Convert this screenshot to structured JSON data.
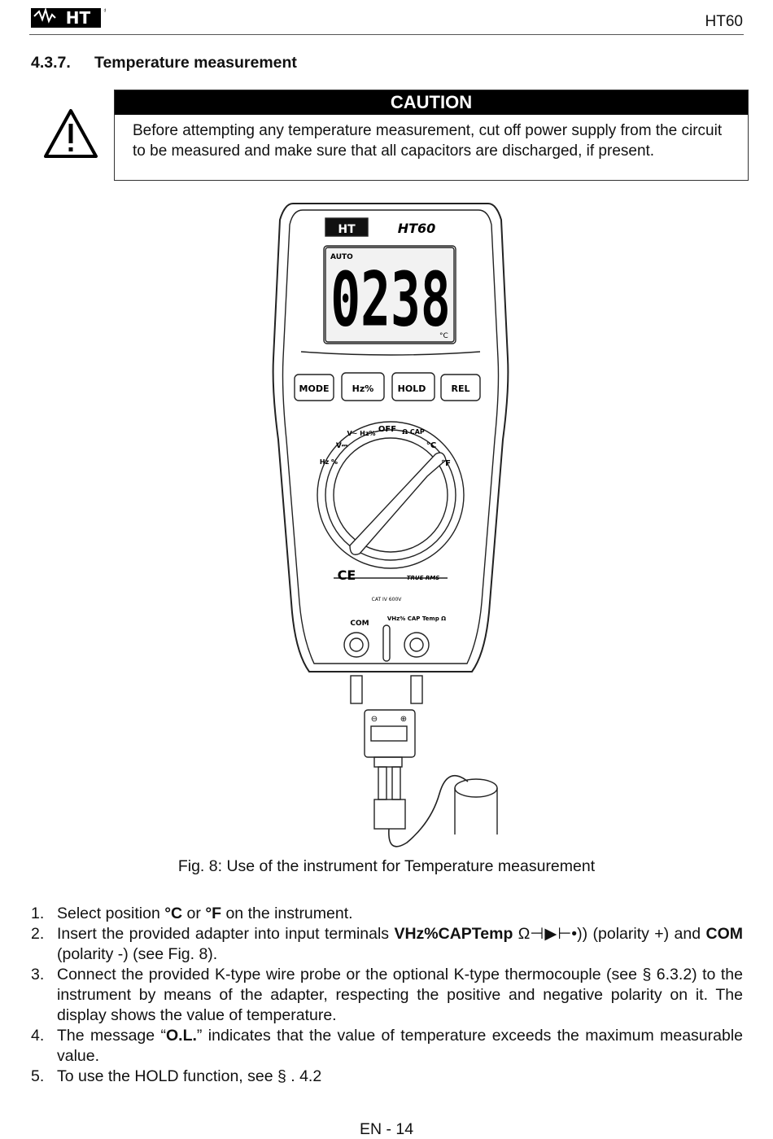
{
  "header": {
    "logo_text": "HT",
    "model": "HT60"
  },
  "section": {
    "number": "4.3.7.",
    "title": "Temperature measurement"
  },
  "caution": {
    "title": "CAUTION",
    "text": "Before attempting any temperature measurement, cut off power supply from the circuit to be measured and make sure that all capacitors are discharged, if present."
  },
  "figure": {
    "caption": "Fig. 8: Use of the instrument for Temperature measurement",
    "device": {
      "brand": "HT",
      "model": "HT60",
      "mode_indicator": "AUTO",
      "reading": "0238",
      "unit": "°C",
      "buttons": [
        "MODE",
        "Hz%",
        "HOLD",
        "REL"
      ],
      "dial_positions": [
        "OFF",
        "V~ Hz%",
        "V⎓",
        "Hz %",
        "Ω CAP",
        "°C",
        "°F"
      ],
      "markings": [
        "CE",
        "TRUE RMS",
        "CAT IV 600V",
        "COM",
        "VHz% CAP Temp Ω"
      ]
    }
  },
  "steps": [
    {
      "n": "1.",
      "a": "Select position ",
      "b1": "°C",
      "c": " or ",
      "b2": "°F",
      "d": " on the instrument."
    },
    {
      "n": "2.",
      "a": "Insert the provided adapter into input terminals ",
      "b1": "VHz%CAPTemp",
      "c": " Ω⊣▶⊢•)) (polarity +) and ",
      "b2": "COM",
      "d": " (polarity -) (see Fig. 8)."
    },
    {
      "n": "3.",
      "a": "Connect the provided K-type wire probe or the optional K-type thermocouple (see § 6.3.2) to the instrument by means of the adapter, respecting the positive and negative polarity on it. The display shows the value of temperature.",
      "b1": "",
      "c": "",
      "b2": "",
      "d": ""
    },
    {
      "n": "4.",
      "a": "The message “",
      "b1": "O.L.",
      "c": "” indicates that the value of temperature exceeds the maximum measurable value.",
      "b2": "",
      "d": ""
    },
    {
      "n": "5.",
      "a": "To use the HOLD function, see § . 4.2",
      "b1": "",
      "c": "",
      "b2": "",
      "d": ""
    }
  ],
  "footer": {
    "page_number": "EN - 14"
  }
}
